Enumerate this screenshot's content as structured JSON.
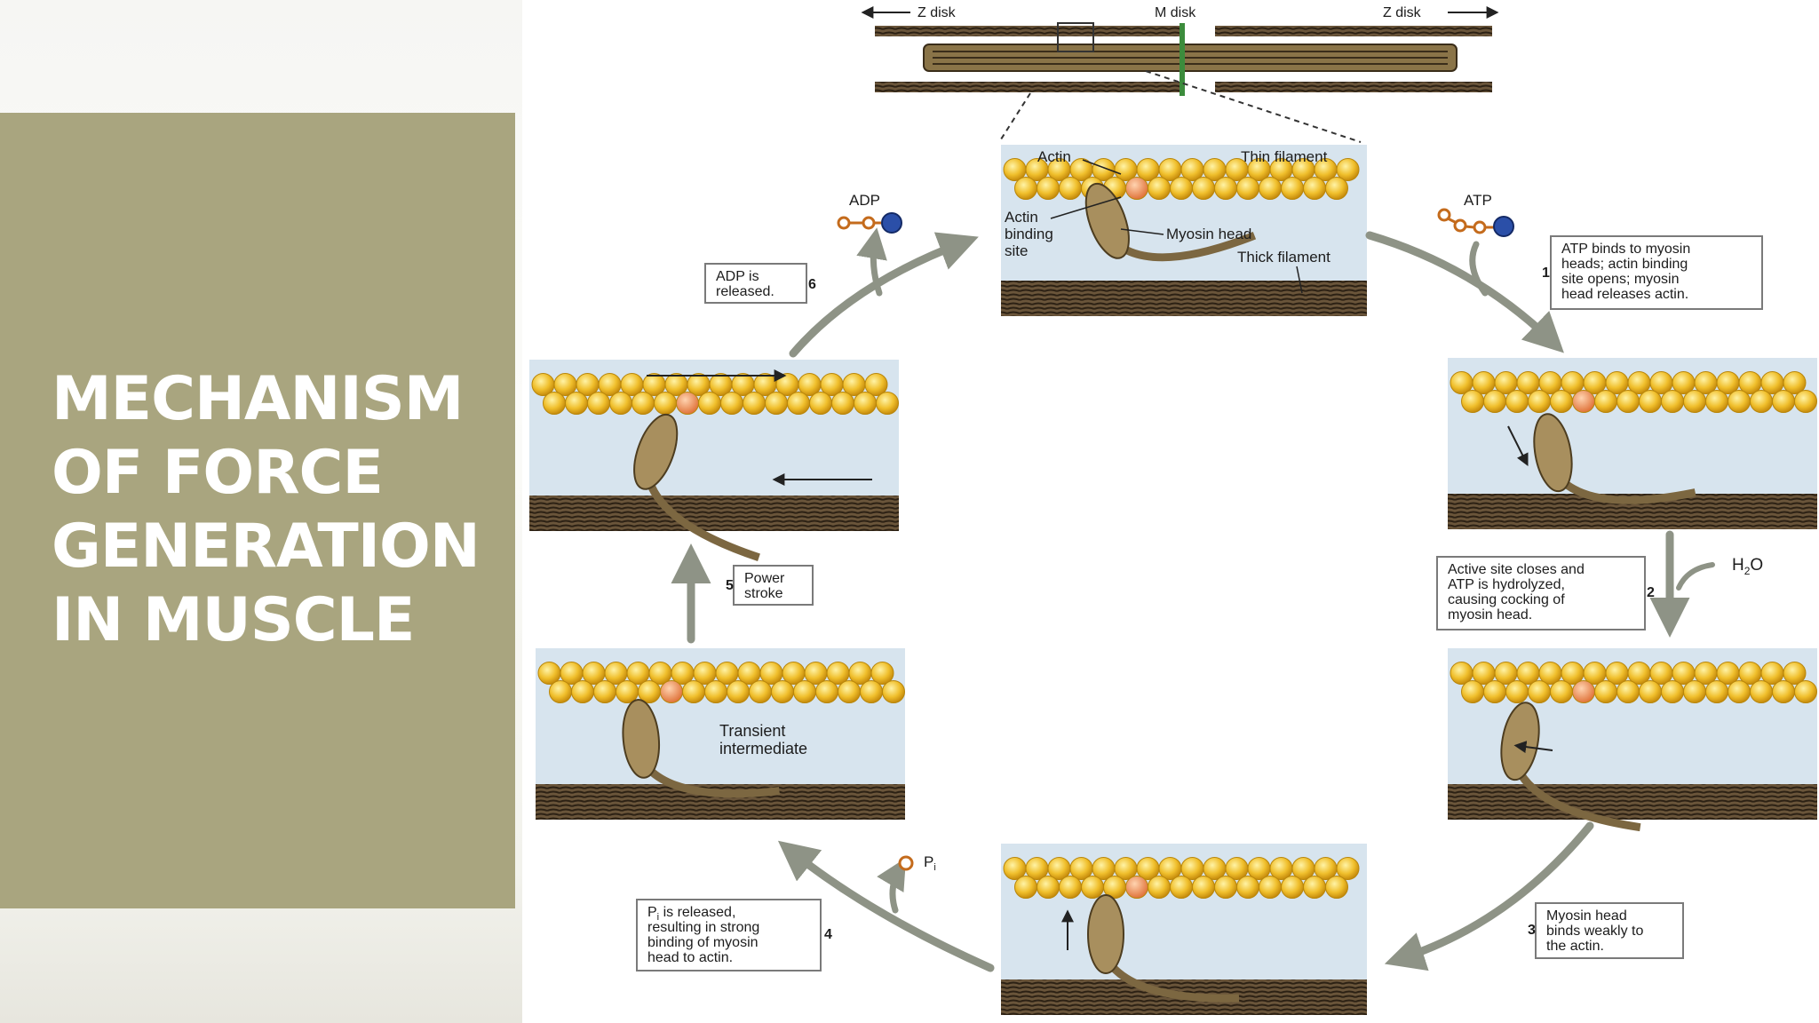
{
  "slide": {
    "title_lines": [
      "MECHANISM",
      "OF FORCE",
      "GENERATION",
      "IN MUSCLE"
    ]
  },
  "diagram": {
    "sarcomere": {
      "z_disk_left": "Z disk",
      "m_disk": "M disk",
      "z_disk_right": "Z disk"
    },
    "top_panel": {
      "actin": "Actin",
      "thin_filament": "Thin filament",
      "actin_binding_site": [
        "Actin",
        "binding",
        "site"
      ],
      "myosin_head": "Myosin head",
      "thick_filament": "Thick filament"
    },
    "molecules": {
      "adp": "ADP",
      "atp": "ATP",
      "h2o": "H",
      "h2o_sub": "2",
      "h2o_end": "O",
      "pi": "P",
      "pi_sub": "i"
    },
    "transient_intermediate": [
      "Transient",
      "intermediate"
    ],
    "steps": [
      {
        "number": "1",
        "lines": [
          "ATP binds to myosin",
          "heads; actin binding",
          "site opens; myosin",
          "head releases actin."
        ]
      },
      {
        "number": "2",
        "lines": [
          "Active site closes and",
          "ATP is hydrolyzed,",
          "causing cocking of",
          "myosin head."
        ]
      },
      {
        "number": "3",
        "lines": [
          "Myosin head",
          "binds weakly to",
          "the actin."
        ]
      },
      {
        "number": "4",
        "lines": [
          "is released,",
          "resulting in strong",
          "binding of myosin",
          "head to actin."
        ],
        "prefix": "P",
        "prefix_sub": "i"
      },
      {
        "number": "5",
        "lines": [
          "Power",
          "stroke"
        ]
      },
      {
        "number": "6",
        "lines": [
          "ADP is",
          "released."
        ]
      }
    ]
  },
  "colors": {
    "panel": "#a9a57f",
    "actin": "#f1c232",
    "actin_edge": "#b8860b",
    "binding_site": "#f08a4b",
    "panel_bg": "#d7e4ee",
    "thick": "#5c4a32",
    "myosin": "#a88f5e",
    "arrow": "#8e9386",
    "phosphate_blue": "#2b4fa8"
  }
}
